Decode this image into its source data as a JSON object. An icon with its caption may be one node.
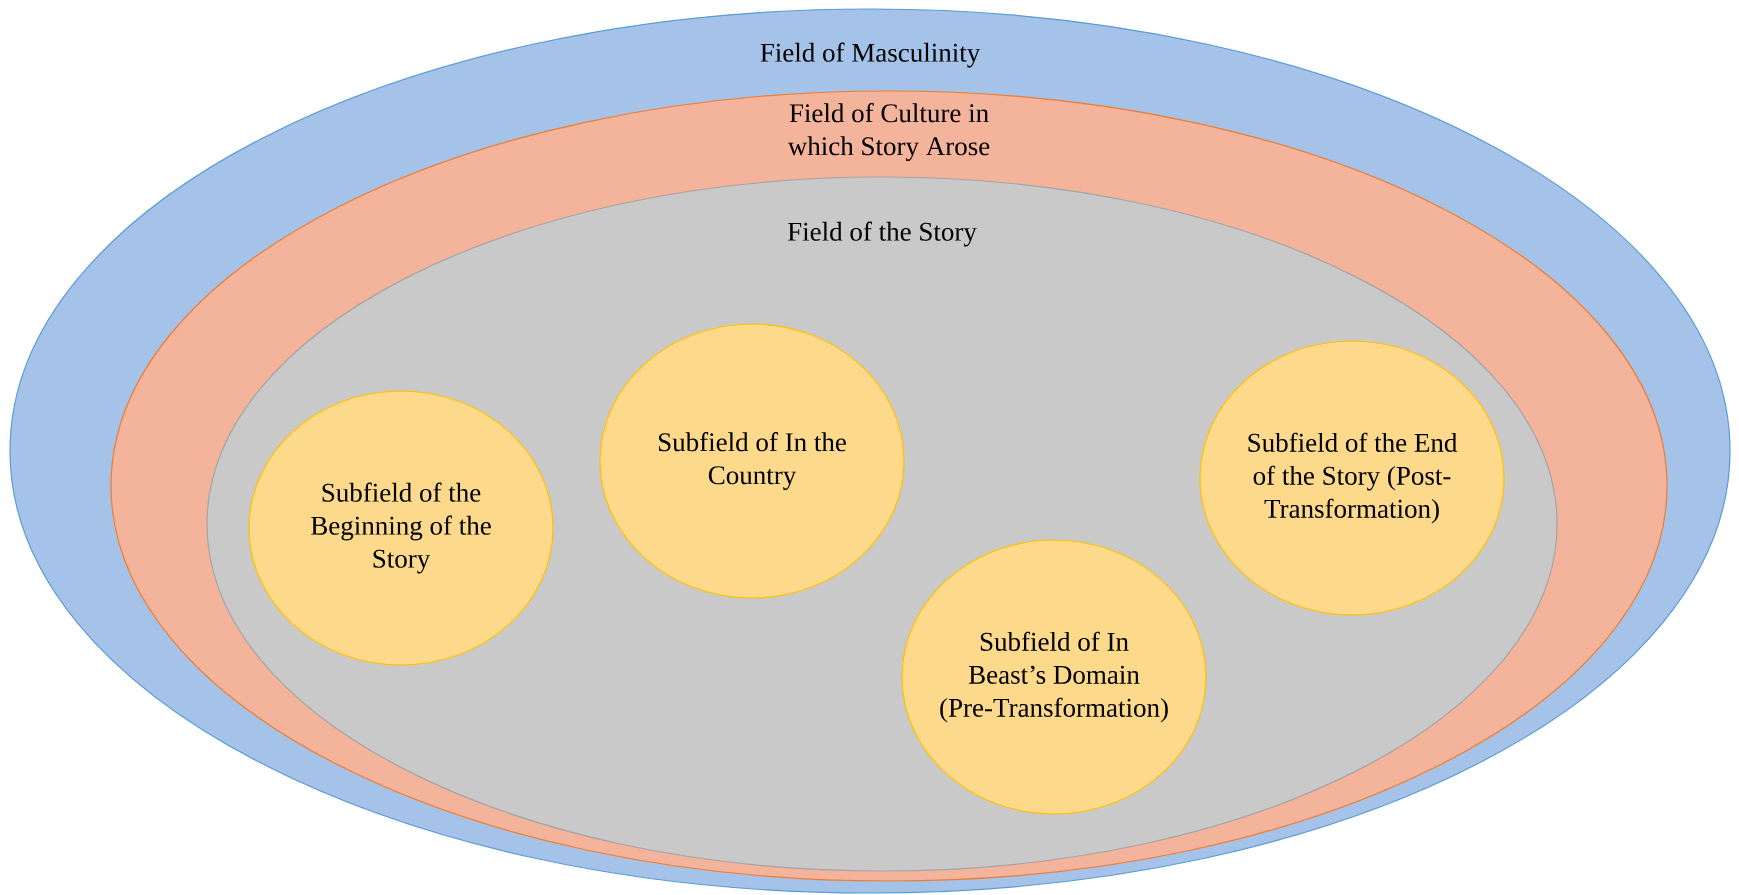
{
  "diagram": {
    "nodes": [
      {
        "text": [
          "Field of Masculinity"
        ]
      },
      {
        "text": [
          "Field of Culture in which Story Arose"
        ],
        "in": 0
      },
      {
        "text": [
          "Field of the Story"
        ],
        "in": 1
      },
      {
        "text": [
          "Subfield of the Beginning of the Story"
        ],
        "in": 2
      },
      {
        "text": [
          "Subfield of In the Country"
        ],
        "in": 2
      },
      {
        "text": [
          "Subfield of In Beast’s Domain (Pre-Transformation)"
        ],
        "in": 2
      },
      {
        "text": [
          "Subfield of the End of the Story (Post-Transformation)"
        ],
        "in": 2
      }
    ]
  }
}
